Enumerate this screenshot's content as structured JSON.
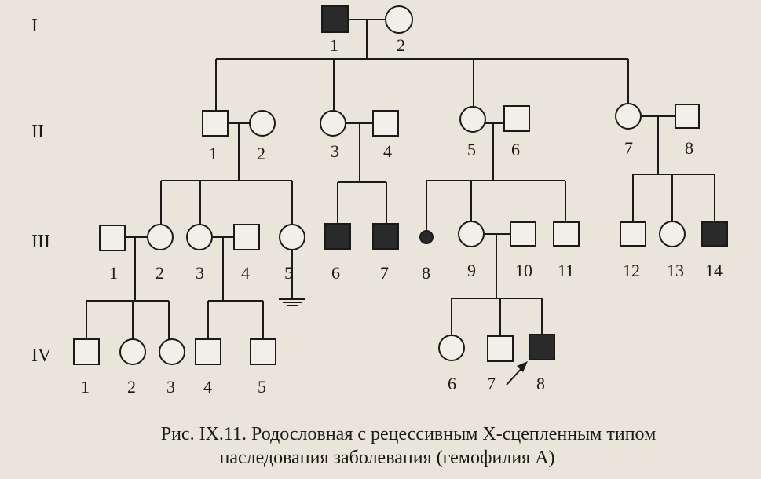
{
  "generations": [
    "I",
    "II",
    "III",
    "IV"
  ],
  "individuals": {
    "I": [
      {
        "n": "1",
        "sex": "male",
        "affected": true
      },
      {
        "n": "2",
        "sex": "female",
        "affected": false
      }
    ],
    "II": [
      {
        "n": "1",
        "sex": "male",
        "affected": false
      },
      {
        "n": "2",
        "sex": "female",
        "affected": false
      },
      {
        "n": "3",
        "sex": "female",
        "affected": false
      },
      {
        "n": "4",
        "sex": "male",
        "affected": false
      },
      {
        "n": "5",
        "sex": "female",
        "affected": false
      },
      {
        "n": "6",
        "sex": "male",
        "affected": false
      },
      {
        "n": "7",
        "sex": "female",
        "affected": false
      },
      {
        "n": "8",
        "sex": "male",
        "affected": false
      }
    ],
    "III": [
      {
        "n": "1",
        "sex": "male",
        "affected": false
      },
      {
        "n": "2",
        "sex": "female",
        "affected": false
      },
      {
        "n": "3",
        "sex": "female",
        "affected": false
      },
      {
        "n": "4",
        "sex": "male",
        "affected": false
      },
      {
        "n": "5",
        "sex": "female",
        "affected": false
      },
      {
        "n": "6",
        "sex": "male",
        "affected": true
      },
      {
        "n": "7",
        "sex": "male",
        "affected": true
      },
      {
        "n": "8",
        "sex": "unknown",
        "affected": true
      },
      {
        "n": "9",
        "sex": "female",
        "affected": false
      },
      {
        "n": "10",
        "sex": "male",
        "affected": false
      },
      {
        "n": "11",
        "sex": "male",
        "affected": false
      },
      {
        "n": "12",
        "sex": "male",
        "affected": false
      },
      {
        "n": "13",
        "sex": "female",
        "affected": false
      },
      {
        "n": "14",
        "sex": "male",
        "affected": true
      }
    ],
    "IV": [
      {
        "n": "1",
        "sex": "male",
        "affected": false
      },
      {
        "n": "2",
        "sex": "female",
        "affected": false
      },
      {
        "n": "3",
        "sex": "female",
        "affected": false
      },
      {
        "n": "4",
        "sex": "male",
        "affected": false
      },
      {
        "n": "5",
        "sex": "male",
        "affected": false
      },
      {
        "n": "6",
        "sex": "female",
        "affected": false
      },
      {
        "n": "7",
        "sex": "male",
        "affected": false
      },
      {
        "n": "8",
        "sex": "male",
        "affected": true,
        "proband": true
      }
    ]
  },
  "caption": {
    "line1": "Рис. IX.11. Родословная с рецессивным Х-сцепленным типом",
    "line2": "наследования заболевания (гемофилия А)"
  },
  "colors": {
    "ink": "#1a1a1a",
    "affected_fill": "#2a2a2a",
    "background": "#e9e5db"
  }
}
